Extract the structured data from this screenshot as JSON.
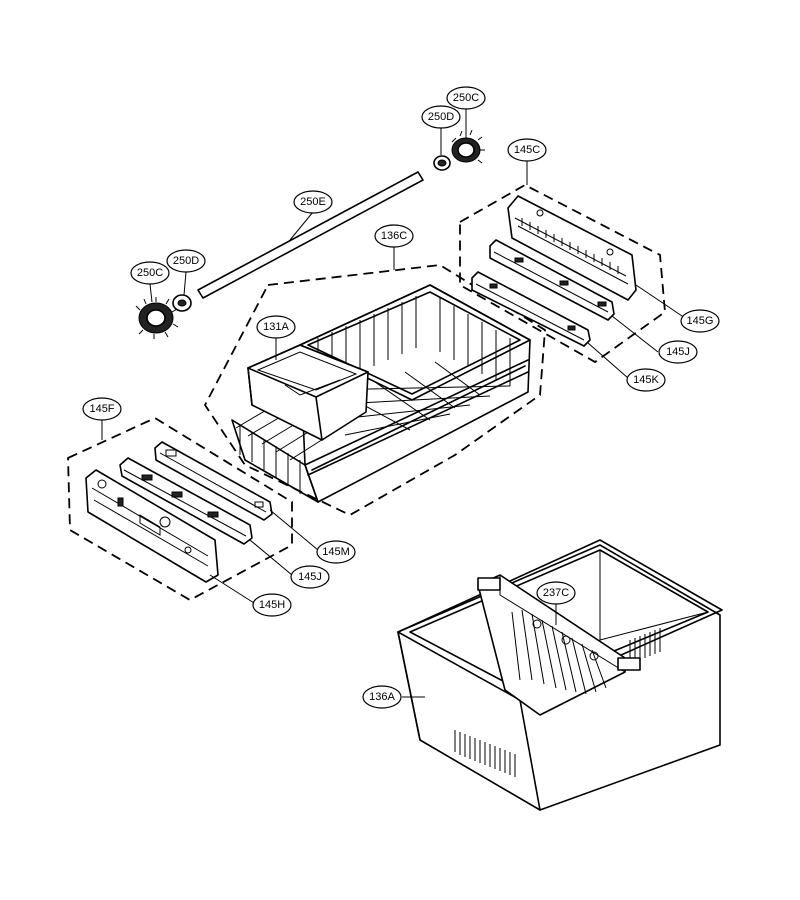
{
  "callouts": {
    "c250C_top": "250C",
    "c250D_top": "250D",
    "c145C": "145C",
    "c250E": "250E",
    "c136C": "136C",
    "c250C_left": "250C",
    "c250D_left": "250D",
    "c131A": "131A",
    "c145G": "145G",
    "c145J_right": "145J",
    "c145K": "145K",
    "c145F": "145F",
    "c145M": "145M",
    "c145J_left": "145J",
    "c145H": "145H",
    "c237C": "237C",
    "c136A": "136A"
  }
}
